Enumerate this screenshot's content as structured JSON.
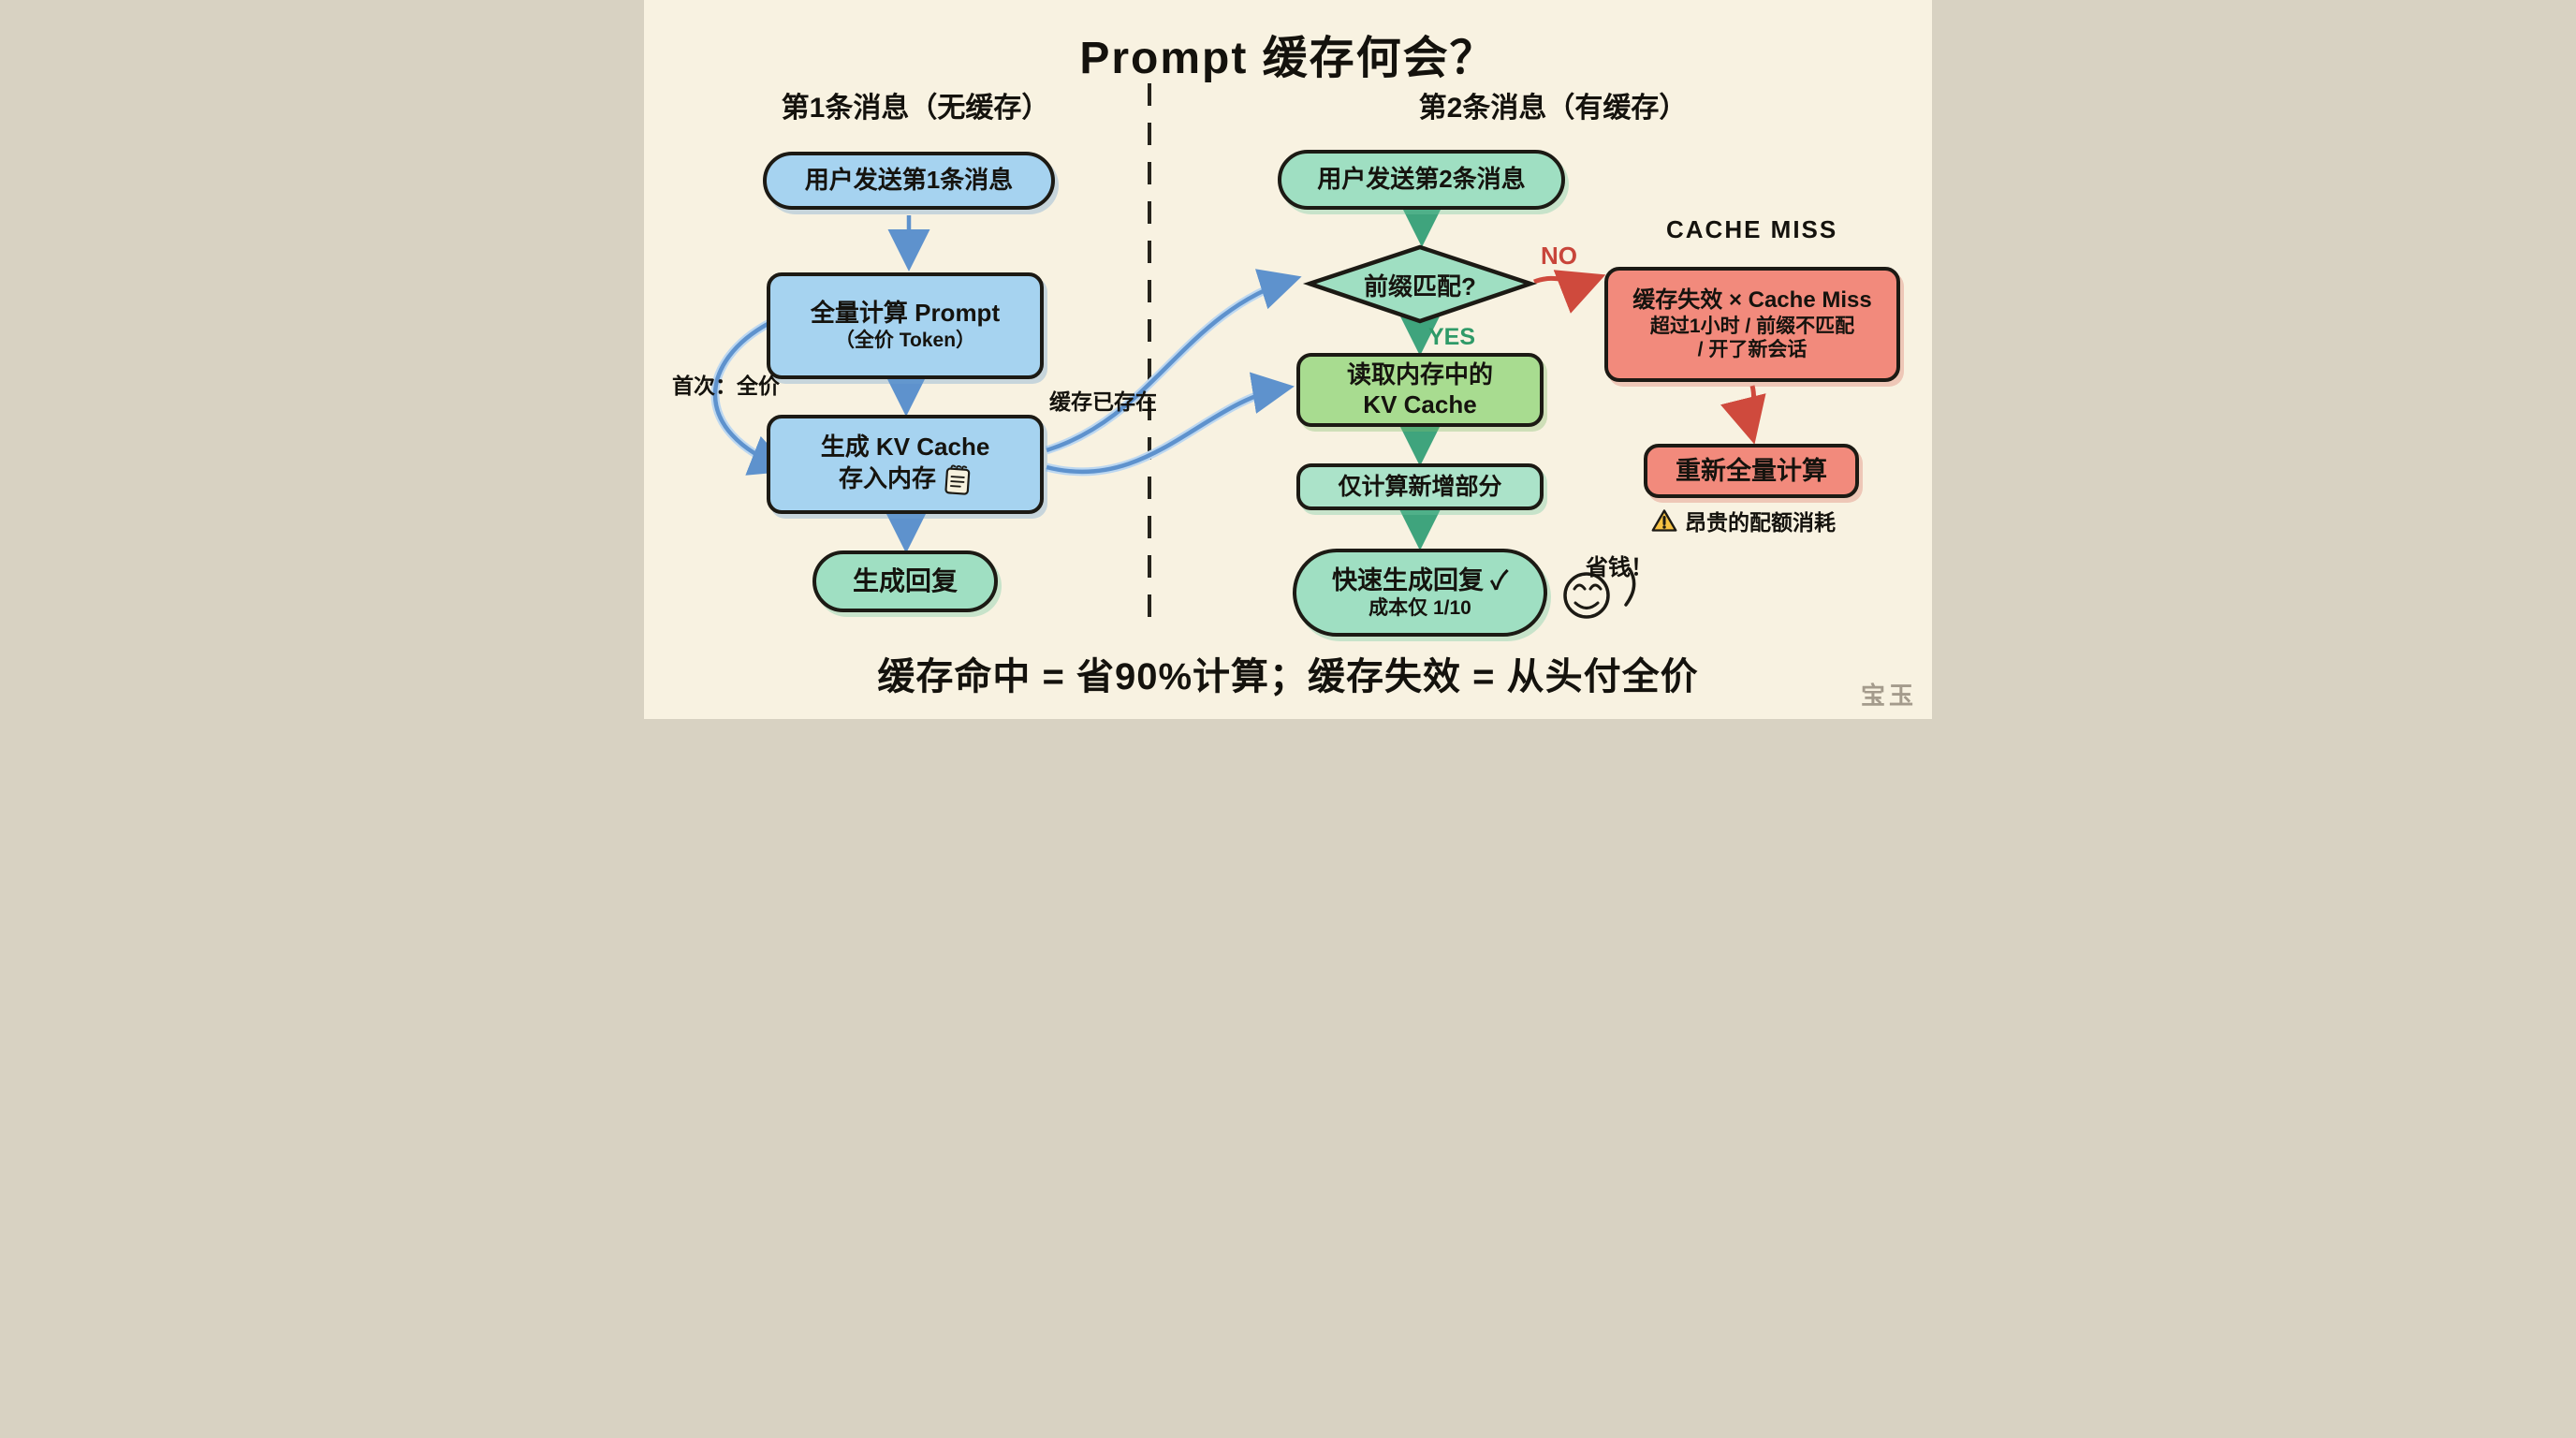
{
  "title": "Prompt 缓存何会？",
  "left": {
    "header": "第1条消息（无缓存）",
    "pill_user": "用户发送第1条消息",
    "box_compute": {
      "line1": "全量计算 Prompt",
      "line2": "（全价 Token）"
    },
    "box_kv": {
      "line1": "生成 KV Cache",
      "line2": "存入内存"
    },
    "pill_reply": "生成回复",
    "label_first_time": "首次：全价"
  },
  "right": {
    "header": "第2条消息（有缓存）",
    "pill_user": "用户发送第2条消息",
    "diamond": "前缀匹配?",
    "label_no": "NO",
    "label_yes": "YES",
    "cache_miss_caption": "CACHE MISS",
    "box_miss": {
      "line1": "缓存失效 × Cache Miss",
      "line2": "超过1小时 / 前缀不匹配",
      "line3": "/ 开了新会话"
    },
    "box_read": {
      "line1": "读取内存中的",
      "line2": "KV Cache"
    },
    "box_incremental": "仅计算新增部分",
    "pill_fast": {
      "line1": "快速生成回复 ✓",
      "line2": "成本仅 1/10"
    },
    "label_save_money": "省钱！",
    "box_recompute": "重新全量计算",
    "label_expensive": "昂贵的配额消耗"
  },
  "middle_label": "缓存已存在",
  "footer": "缓存命中 = 省90%计算；缓存失效 = 从头付全价",
  "watermark": "宝玉",
  "colors": {
    "background": "#f8f2e1",
    "blue_node": "#a6d3f0",
    "mint_node": "#9fdfc2",
    "green_node": "#a8dc90",
    "red_node": "#f28a7c",
    "blue_arrow": "#5e92cd",
    "green_arrow": "#3fa47d",
    "red_arrow": "#cf4a3d",
    "outline": "#1c1a14",
    "watermark": "#a49b8c",
    "warning_yellow": "#f6c243"
  }
}
